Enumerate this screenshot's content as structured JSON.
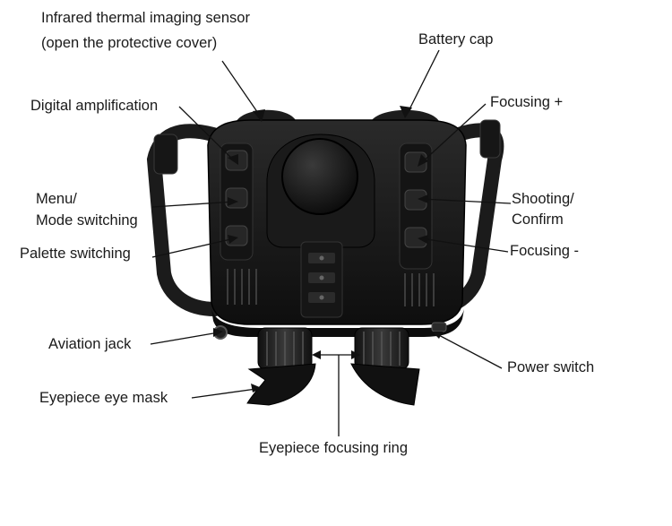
{
  "labels": {
    "sensor_line1": "Infrared thermal imaging sensor",
    "sensor_line2": "(open the protective cover)",
    "battery_cap": "Battery cap",
    "digital_amplification": "Digital amplification",
    "focusing_plus": "Focusing +",
    "menu_line1": "Menu/",
    "menu_line2": "Mode switching",
    "shooting_line1": "Shooting/",
    "shooting_line2": "Confirm",
    "palette_switching": "Palette switching",
    "focusing_minus": "Focusing -",
    "aviation_jack": "Aviation jack",
    "power_switch": "Power switch",
    "eyepiece_eye_mask": "Eyepiece eye mask",
    "eyepiece_focusing_ring": "Eyepiece focusing ring"
  }
}
